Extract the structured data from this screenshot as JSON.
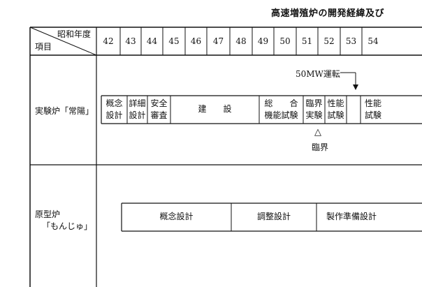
{
  "title": "高速増殖炉の開発経緯及び",
  "header": {
    "corner_top": "昭和年度",
    "corner_bottom": "項目",
    "years": [
      "42",
      "43",
      "44",
      "45",
      "46",
      "47",
      "48",
      "49",
      "50",
      "51",
      "52",
      "53",
      "54"
    ]
  },
  "rows": {
    "joyo": {
      "label": "実験炉「常陽」",
      "annotation_50mw": "50MW運転",
      "criticality_mark": "△",
      "criticality_label": "臨界",
      "phases": [
        {
          "line1": "概念",
          "line2": "設計"
        },
        {
          "line1": "詳細",
          "line2": "設計"
        },
        {
          "line1": "安全",
          "line2": "審査"
        },
        {
          "line1": "建　　設",
          "line2": ""
        },
        {
          "line1": "総　　合",
          "line2": "機能試験"
        },
        {
          "line1": "臨界",
          "line2": "実験"
        },
        {
          "line1": "性能",
          "line2": "試験"
        },
        {
          "line1": "性能",
          "line2": "試験"
        }
      ]
    },
    "monju": {
      "label_line1": "原型炉",
      "label_line2": "「もんじゅ」",
      "phases": [
        "概念設計",
        "調整設計",
        "製作準備設計"
      ]
    }
  }
}
